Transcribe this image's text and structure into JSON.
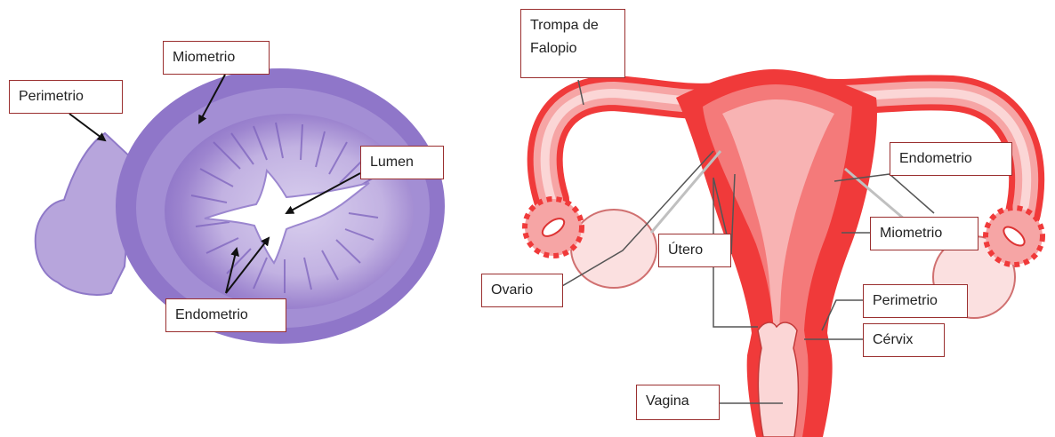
{
  "histology": {
    "labels": {
      "miometrio": "Miometrio",
      "perimetrio": "Perimetrio",
      "lumen": "Lumen",
      "endometrio": "Endometrio"
    }
  },
  "anatomy": {
    "labels": {
      "trompa_line1": "Trompa de",
      "trompa_line2": "Falopio",
      "endometrio": "Endometrio",
      "miometrio": "Miometrio",
      "utero": "Útero",
      "ovario": "Ovario",
      "perimetrio": "Perimetrio",
      "cervix": "Cérvix",
      "vagina": "Vagina"
    }
  },
  "colors": {
    "label_border": "#9a2f2f",
    "tissue_dark": "#8a6fc4",
    "tissue_light": "#b9a8dc",
    "organ_red": "#f03a3a",
    "organ_pink": "#f6a5a5",
    "organ_light": "#fbd6d6"
  }
}
